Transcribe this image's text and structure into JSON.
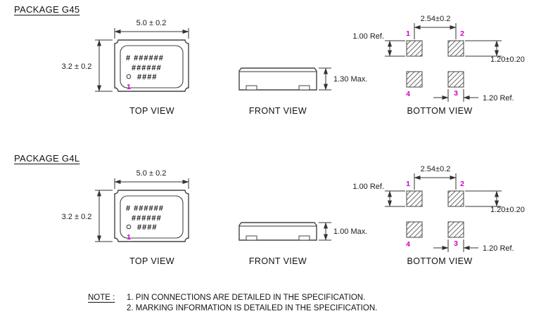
{
  "document": {
    "background": "#ffffff"
  },
  "colors": {
    "line": "#333333",
    "text": "#1a1a1a",
    "pin_number": "#cc00cc"
  },
  "packages": [
    {
      "title": "PACKAGE G45",
      "top_view": {
        "label": "TOP VIEW",
        "dim_width": "5.0 ± 0.2",
        "dim_height": "3.2 ± 0.2",
        "marking_lines": [
          "# ######",
          "######",
          "####"
        ],
        "pin1": "1"
      },
      "front_view": {
        "label": "FRONT VIEW",
        "dim_height": "1.30 Max."
      },
      "bottom_view": {
        "label": "BOTTOM VIEW",
        "dim_pitch": "2.54±0.2",
        "dim_left": "1.00 Ref.",
        "dim_right": "1.20±0.20",
        "dim_width_ref": "1.20 Ref.",
        "pins": {
          "top_left": "1",
          "top_right": "2",
          "bottom_right": "3",
          "bottom_left": "4"
        }
      }
    },
    {
      "title": "PACKAGE G4L",
      "top_view": {
        "label": "TOP VIEW",
        "dim_width": "5.0 ± 0.2",
        "dim_height": "3.2 ± 0.2",
        "marking_lines": [
          "# ######",
          "######",
          "####"
        ],
        "pin1": "1"
      },
      "front_view": {
        "label": "FRONT VIEW",
        "dim_height": "1.00 Max."
      },
      "bottom_view": {
        "label": "BOTTOM VIEW",
        "dim_pitch": "2.54±0.2",
        "dim_left": "1.00 Ref.",
        "dim_right": "1.20±0.20",
        "dim_width_ref": "1.20 Ref.",
        "pins": {
          "top_left": "1",
          "top_right": "2",
          "bottom_right": "3",
          "bottom_left": "4"
        }
      }
    }
  ],
  "note": {
    "label": "NOTE :",
    "items": [
      "1. PIN CONNECTIONS ARE DETAILED IN THE SPECIFICATION.",
      "2. MARKING INFORMATION IS DETAILED IN THE SPECIFICATION."
    ]
  }
}
